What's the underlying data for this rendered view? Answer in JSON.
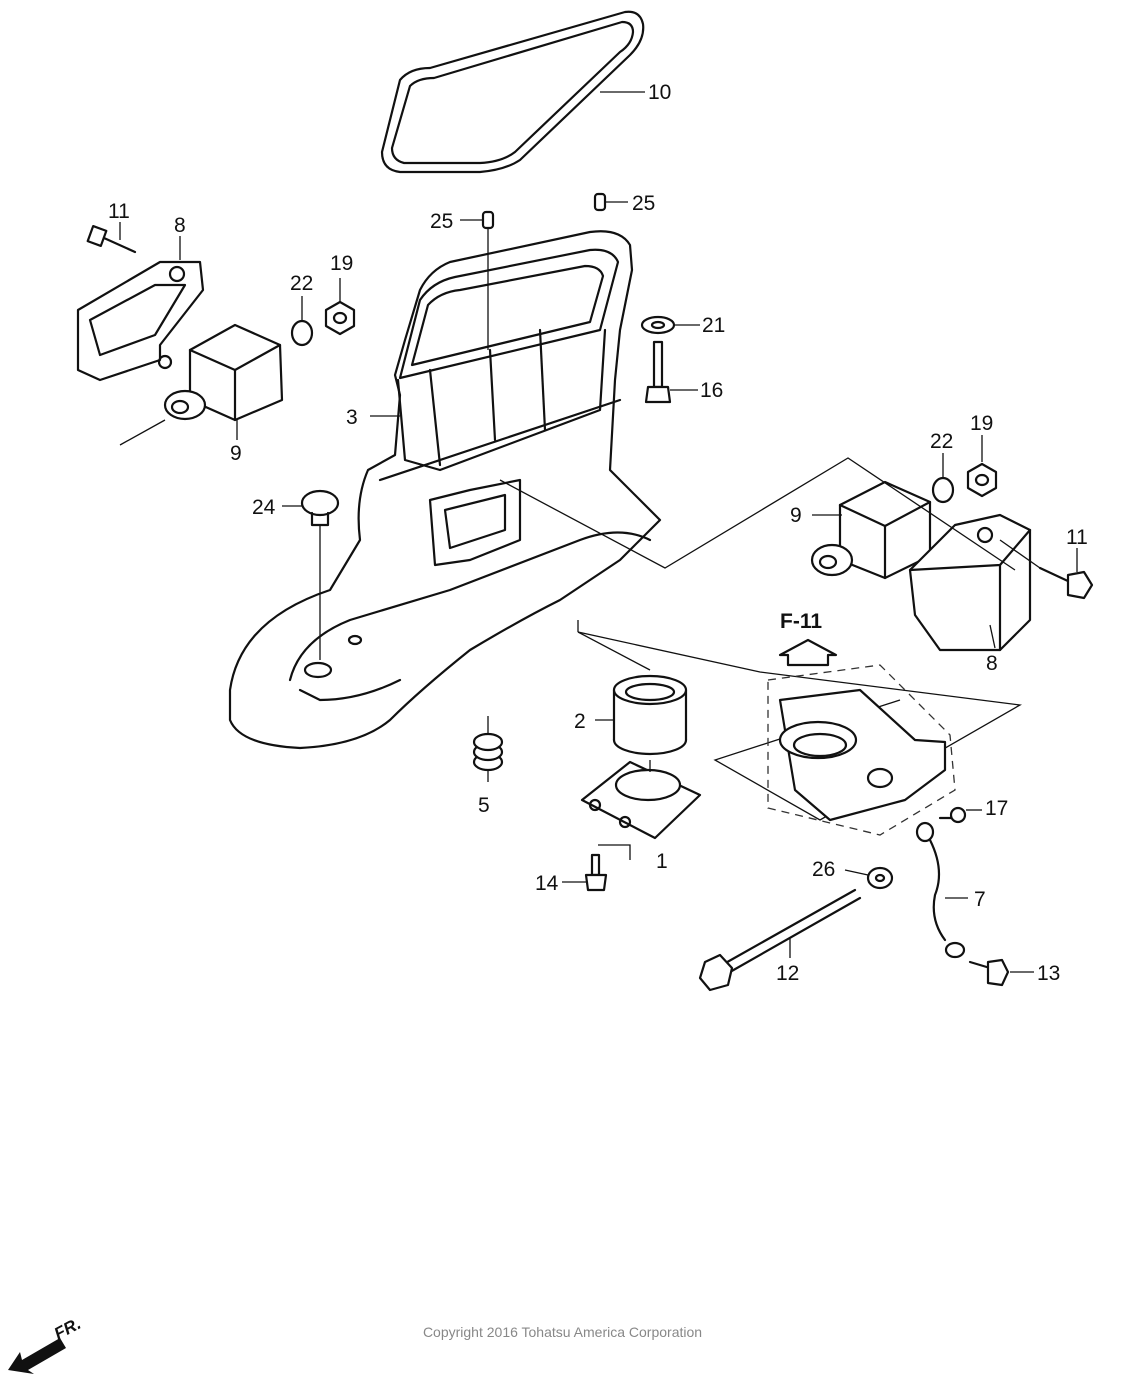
{
  "callouts": [
    {
      "id": "c10",
      "label": "10"
    },
    {
      "id": "c11a",
      "label": "11"
    },
    {
      "id": "c8a",
      "label": "8"
    },
    {
      "id": "c19a",
      "label": "19"
    },
    {
      "id": "c22a",
      "label": "22"
    },
    {
      "id": "c9a",
      "label": "9"
    },
    {
      "id": "c25a",
      "label": "25"
    },
    {
      "id": "c25b",
      "label": "25"
    },
    {
      "id": "c21",
      "label": "21"
    },
    {
      "id": "c16",
      "label": "16"
    },
    {
      "id": "c3",
      "label": "3"
    },
    {
      "id": "c24",
      "label": "24"
    },
    {
      "id": "c19b",
      "label": "19"
    },
    {
      "id": "c22b",
      "label": "22"
    },
    {
      "id": "c9b",
      "label": "9"
    },
    {
      "id": "c11b",
      "label": "11"
    },
    {
      "id": "c8b",
      "label": "8"
    },
    {
      "id": "c2",
      "label": "2"
    },
    {
      "id": "c5",
      "label": "5"
    },
    {
      "id": "c1",
      "label": "1"
    },
    {
      "id": "c14",
      "label": "14"
    },
    {
      "id": "c17",
      "label": "17"
    },
    {
      "id": "c26",
      "label": "26"
    },
    {
      "id": "c7",
      "label": "7"
    },
    {
      "id": "c12",
      "label": "12"
    },
    {
      "id": "c13",
      "label": "13"
    }
  ],
  "reference": "F-11",
  "front_indicator": "FR.",
  "copyright": "Copyright 2016 Tohatsu America Corporation"
}
